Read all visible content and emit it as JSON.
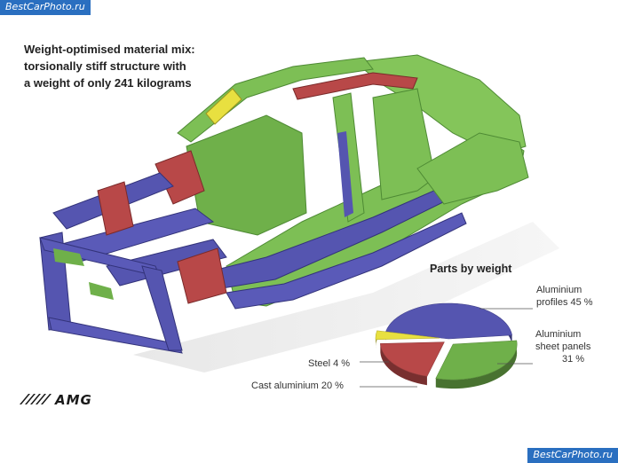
{
  "watermark": {
    "top": "BestCarPhoto.ru",
    "bottom": "BestCarPhoto.ru"
  },
  "headline": {
    "lines": [
      "Weight-optimised material mix:",
      "torsionally stiff structure with",
      "a weight of only 241 kilograms"
    ]
  },
  "logo": {
    "text": "AMG"
  },
  "colors": {
    "aluminium_profiles": "#5555b0",
    "aluminium_sheet": "#6fb04a",
    "cast_aluminium": "#b84848",
    "steel": "#e8e040",
    "leader": "#555555"
  },
  "chart_data": {
    "type": "pie",
    "title": "Parts by weight",
    "series": [
      {
        "label": "Aluminium profiles 45 %",
        "label_lines": [
          "Aluminium",
          "profiles 45 %"
        ],
        "value": 45,
        "color": "#5555b0"
      },
      {
        "label": "Aluminium sheet panels 31 %",
        "label_lines": [
          "Aluminium",
          "sheet panels",
          "31 %"
        ],
        "value": 31,
        "color": "#6fb04a"
      },
      {
        "label": "Cast aluminium 20 %",
        "label_lines": [
          "Cast aluminium 20 %"
        ],
        "value": 20,
        "color": "#b84848"
      },
      {
        "label": "Steel 4 %",
        "label_lines": [
          "Steel 4 %"
        ],
        "value": 4,
        "color": "#e8e040"
      }
    ]
  }
}
